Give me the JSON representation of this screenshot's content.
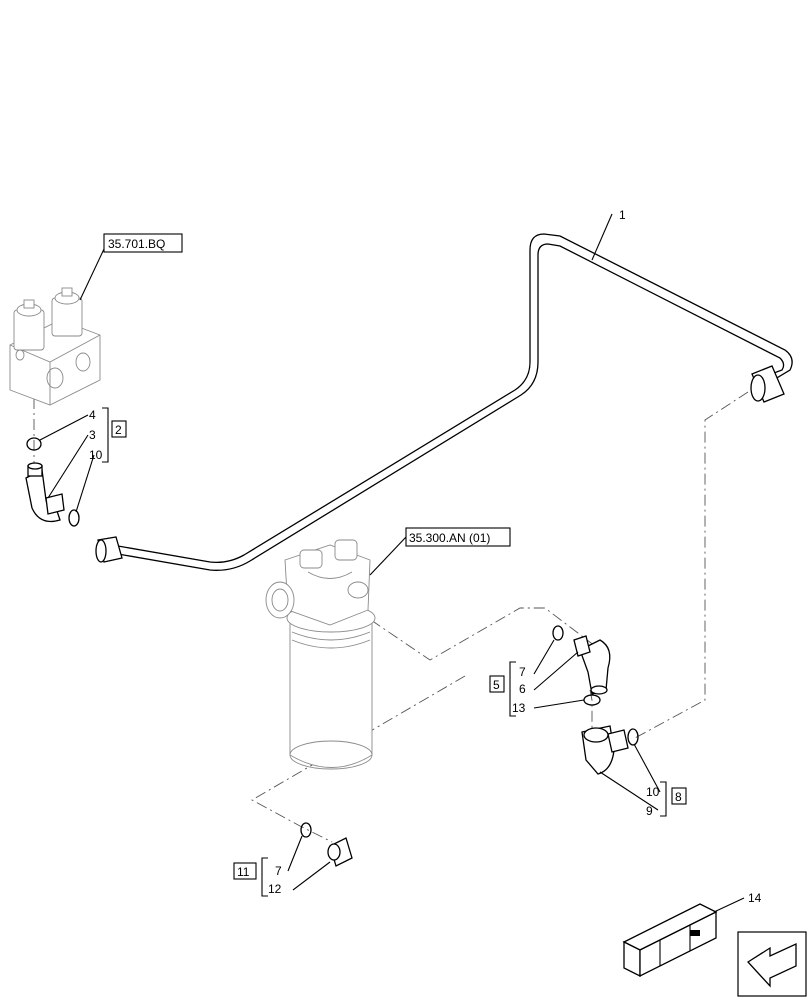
{
  "refs": {
    "valve_ref": "35.701.BQ",
    "filter_ref": "35.300.AN (01)"
  },
  "callouts": {
    "c1": "1",
    "c4": "4",
    "c3": "3",
    "c10a": "10",
    "c7a": "7",
    "c6": "6",
    "c13": "13",
    "c10b": "10",
    "c9": "9",
    "c7b": "7",
    "c12": "12",
    "c14": "14"
  },
  "kits": {
    "k2": "2",
    "k5": "5",
    "k8": "8",
    "k11": "11"
  },
  "icons": {
    "nav": "arrow-nav-icon",
    "crate": "shipping-crate-icon"
  }
}
